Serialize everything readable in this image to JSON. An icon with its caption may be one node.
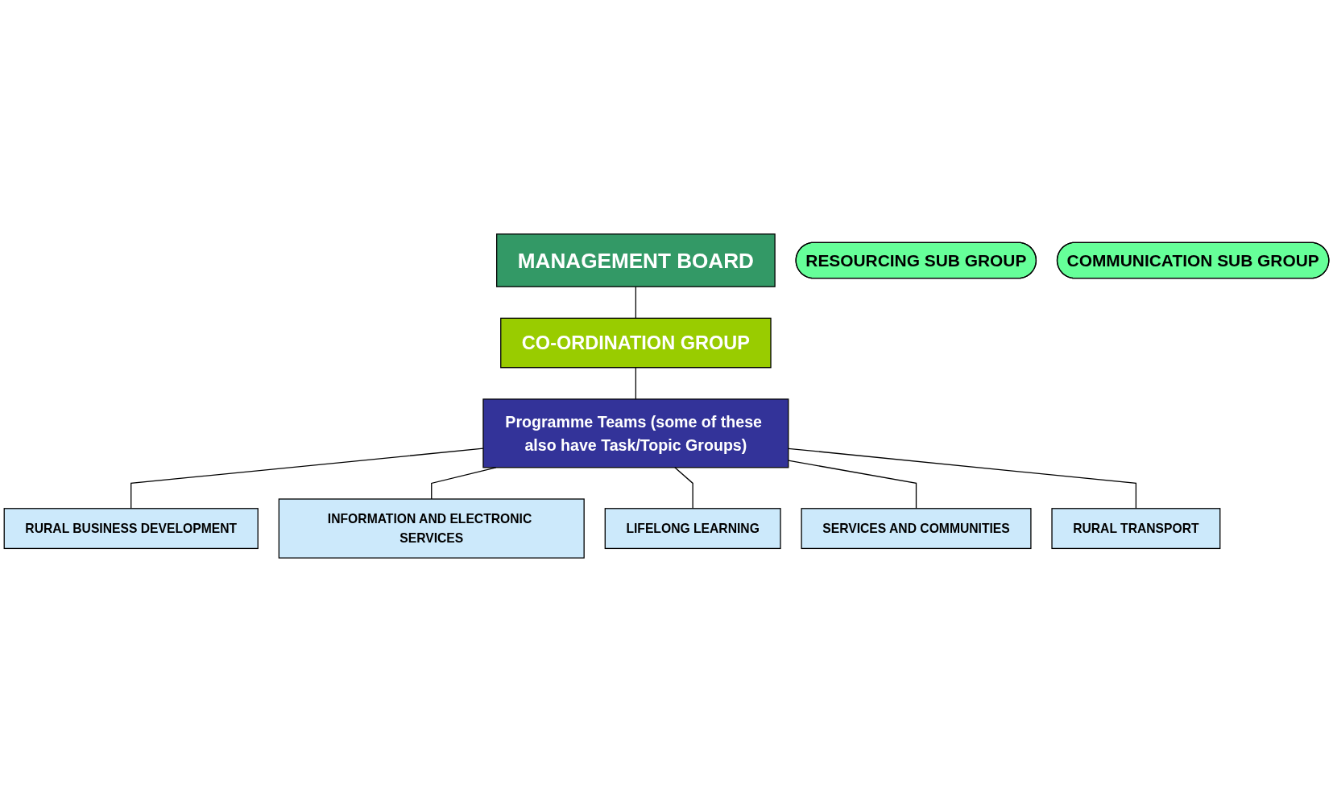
{
  "diagram": {
    "nodes": [
      {
        "text": [
          "MANAGEMENT BOARD"
        ]
      },
      {
        "text": [
          "CO-ORDINATION GROUP"
        ]
      },
      {
        "text": [
          "Programme Teams (some of these also have Task/Topic Groups)"
        ]
      },
      {
        "text": [
          "INFORMATION AND ELECTRONIC SERVICES"
        ]
      },
      {
        "text": [
          "SERVICES AND COMMUNITIES"
        ]
      },
      {
        "text": [
          "RURAL BUSINESS DEVELOPMENT"
        ]
      },
      {
        "text": [
          "LIFELONG LEARNING"
        ]
      },
      {
        "text": [
          "RURAL TRANSPORT"
        ]
      },
      {
        "text": [
          "RESOURCING SUB GROUP"
        ]
      },
      {
        "text": [
          "COMMUNICATION SUB GROUP"
        ]
      }
    ],
    "edges": [
      {
        "from": 0,
        "to": 1,
        "arrow": "none"
      },
      {
        "from": 1,
        "to": 2,
        "arrow": "none"
      },
      {
        "from": 2,
        "to": 5,
        "arrow": "none"
      },
      {
        "from": 2,
        "to": 3,
        "arrow": "none"
      },
      {
        "from": 2,
        "to": 6,
        "arrow": "none"
      },
      {
        "from": 2,
        "to": 4,
        "arrow": "none"
      },
      {
        "from": 2,
        "to": 7,
        "arrow": "none"
      }
    ]
  }
}
